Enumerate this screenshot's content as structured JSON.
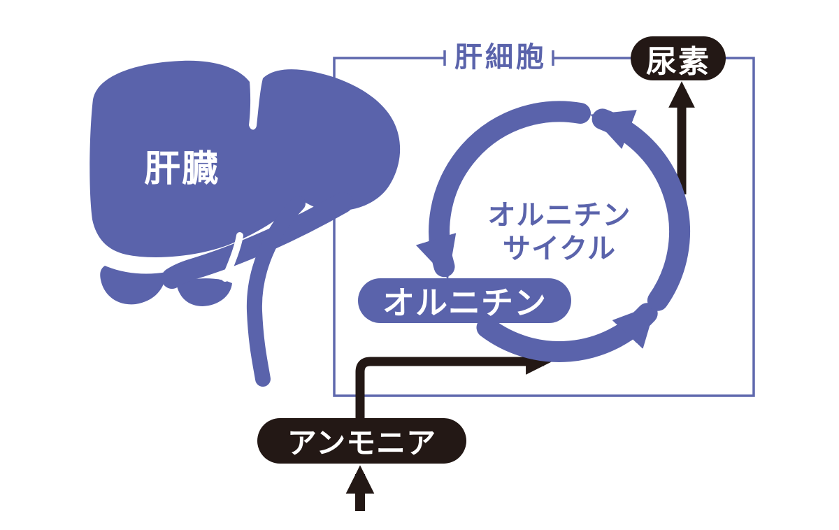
{
  "diagram": {
    "organ_label": "肝臓",
    "cell_label": "肝細胞",
    "cycle_label_line1": "オルニチン",
    "cycle_label_line2": "サイクル",
    "ornithine_label": "オルニチン",
    "urea_label": "尿素",
    "ammonia_label": "アンモニア"
  },
  "colors": {
    "blue": "#5a63ab",
    "dark": "#231815",
    "white": "#ffffff",
    "background": "#ffffff"
  },
  "flows": {
    "cycle_direction": "counterclockwise",
    "arrows": [
      {
        "from": "アンモニア",
        "to": "オルニチンサイクル"
      },
      {
        "from": "オルニチンサイクル",
        "to": "尿素"
      },
      {
        "from": "below",
        "to": "アンモニア"
      }
    ]
  }
}
